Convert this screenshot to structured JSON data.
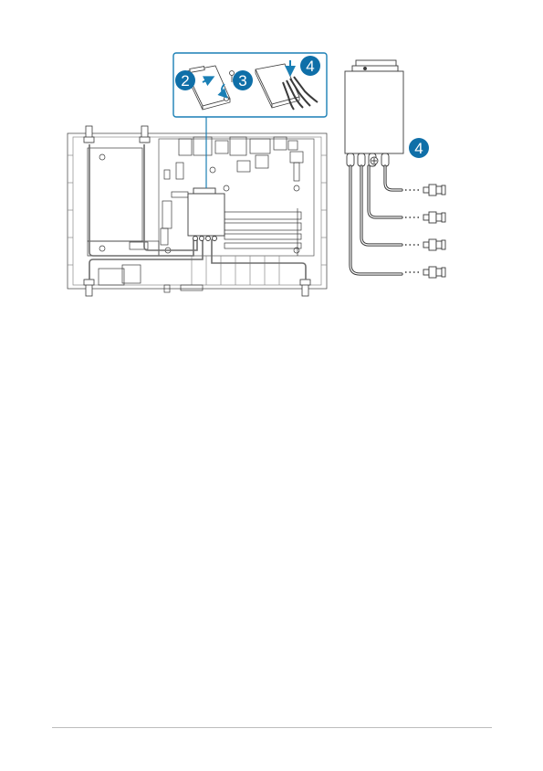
{
  "figure": {
    "callouts": [
      {
        "label": "2"
      },
      {
        "label": "3"
      },
      {
        "label": "4"
      },
      {
        "label": "4"
      }
    ],
    "colors": {
      "line": "#3a3a3a",
      "callout_fill": "#0f6fa8",
      "inset_border": "#1a7fb5",
      "cable": "#6e6e6e"
    }
  }
}
